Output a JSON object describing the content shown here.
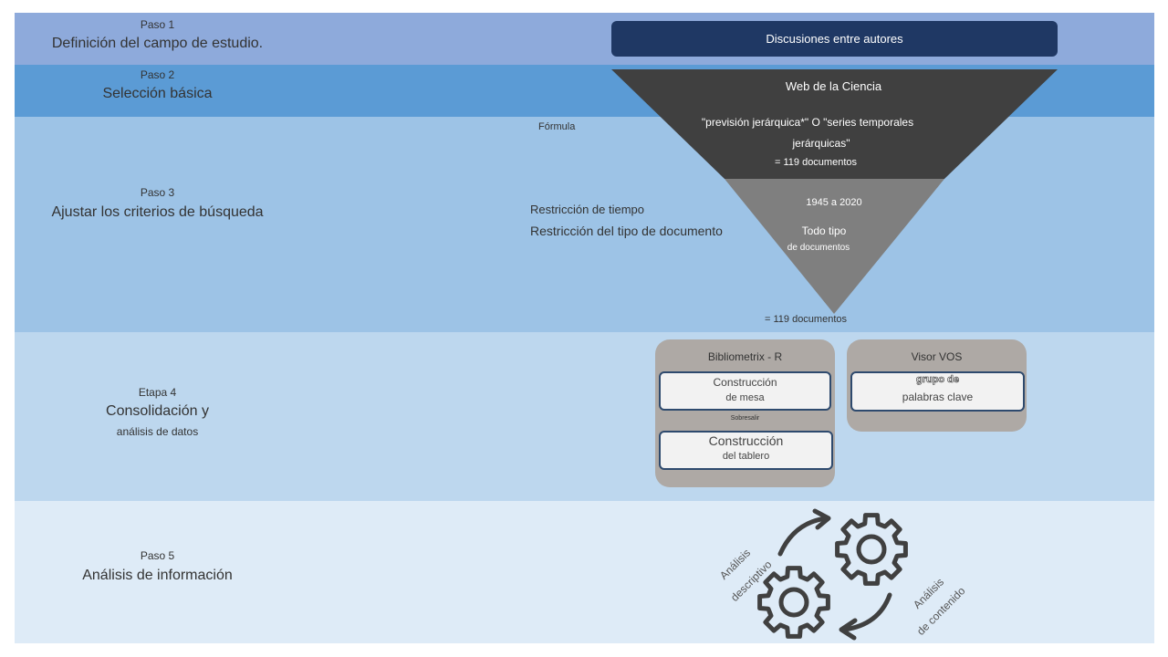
{
  "steps": {
    "s1": {
      "num": "Paso 1",
      "title": "Definición del campo de estudio."
    },
    "s2": {
      "num": "Paso 2",
      "title": "Selección básica"
    },
    "s3": {
      "num": "Paso 3",
      "title": "Ajustar los criterios de búsqueda"
    },
    "s4": {
      "num": "Etapa 4",
      "title": "Consolidación y",
      "sub": "análisis de datos"
    },
    "s5": {
      "num": "Paso 5",
      "title": "Análisis de información"
    }
  },
  "top_bar": "Discusiones entre autores",
  "funnel": {
    "db": "Web de la Ciencia",
    "query_line1": "\"previsión jerárquica*\" O \"series temporales",
    "query_line2": "jerárquicas\"",
    "count1": "= 119 documentos",
    "years": "1945 a 2020",
    "doctype_line1": "Todo tipo",
    "doctype_line2": "de documentos",
    "count2": "= 119 documentos"
  },
  "side_labels": {
    "formula": "Fórmula",
    "time": "Restricción de tiempo",
    "doctype": "Restricción del tipo de documento"
  },
  "tools": {
    "biblio": {
      "title": "Bibliometrix - R",
      "box1_line1": "Construcción",
      "box1_line2": "de mesa",
      "connector": "Sobresalir",
      "box2_line1": "Construcción",
      "box2_line2": "del tablero"
    },
    "vos": {
      "title": "Visor VOS",
      "box_line1": "grupo de",
      "box_line2": "palabras clave"
    }
  },
  "analysis": {
    "desc_line1": "Análisis",
    "desc_line2": "descriptivo",
    "cont_line1": "Análisis",
    "cont_line2": "de contenido"
  },
  "colors": {
    "band1": "#8eaadb",
    "band2": "#5b9bd5",
    "band3": "#9dc3e6",
    "band4": "#bdd7ee",
    "band5": "#deebf7",
    "funnel_top": "#404040",
    "funnel_bottom": "#7f7f7f",
    "dark_bar": "#1f3864"
  }
}
